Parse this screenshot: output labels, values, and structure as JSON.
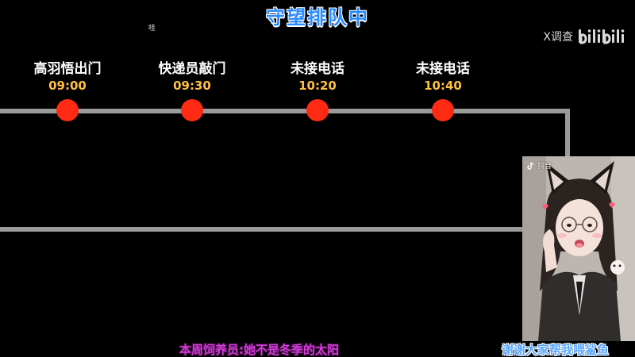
{
  "title": "守望排队中",
  "small_glyph": "哇",
  "watermark": {
    "label": "X调查",
    "logo_name": "bilibili-logo",
    "color": "#d9d9d9"
  },
  "timeline": {
    "track_color": "#9a9a9a",
    "dot_color": "#ff2a14",
    "events": [
      {
        "label": "高羽悟出门",
        "time": "09:00"
      },
      {
        "label": "快递员敲门",
        "time": "09:30"
      },
      {
        "label": "未接电话",
        "time": "10:20"
      },
      {
        "label": "未接电话",
        "time": "10:40"
      }
    ]
  },
  "video": {
    "platform_label": "抖音",
    "platform_icon": "douyin-icon"
  },
  "captions": {
    "left": "本周饲养员:她不是冬季的太阳",
    "right": "谢谢大家帮我喂鲨鱼"
  },
  "colors": {
    "title": "#2a8cff",
    "event_time": "#ffc040",
    "caption_left": "#d43bd8",
    "caption_right": "#5aa7ff"
  }
}
